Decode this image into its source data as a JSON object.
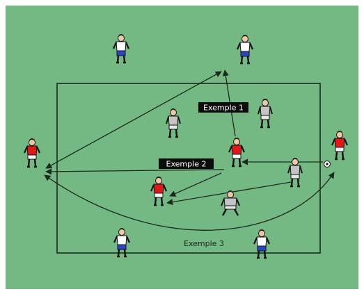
{
  "labels": {
    "example1": "Exemple 1",
    "example2": "Exemple 2",
    "example3": "Exemple 3"
  },
  "colors": {
    "pitch": "#74b884",
    "line": "#1c2a1c",
    "frame": "#ffffff",
    "red_kit": "#e01818",
    "blue_shorts": "#2c44c8",
    "grey_kit": "#bcbcbc",
    "skin": "#f0c8a8"
  },
  "players": [
    {
      "id": "top-left",
      "team": "white-blue"
    },
    {
      "id": "top-right",
      "team": "white-blue"
    },
    {
      "id": "left-wall",
      "team": "red"
    },
    {
      "id": "right-wall",
      "team": "red"
    },
    {
      "id": "bottom-left",
      "team": "white-blue"
    },
    {
      "id": "bottom-right",
      "team": "white-blue"
    },
    {
      "id": "red-center",
      "team": "red"
    },
    {
      "id": "red-bottom",
      "team": "red"
    },
    {
      "id": "grey-left",
      "team": "grey"
    },
    {
      "id": "grey-right",
      "team": "grey"
    },
    {
      "id": "grey-mid-right",
      "team": "grey"
    },
    {
      "id": "grey-crouching",
      "team": "grey"
    }
  ]
}
